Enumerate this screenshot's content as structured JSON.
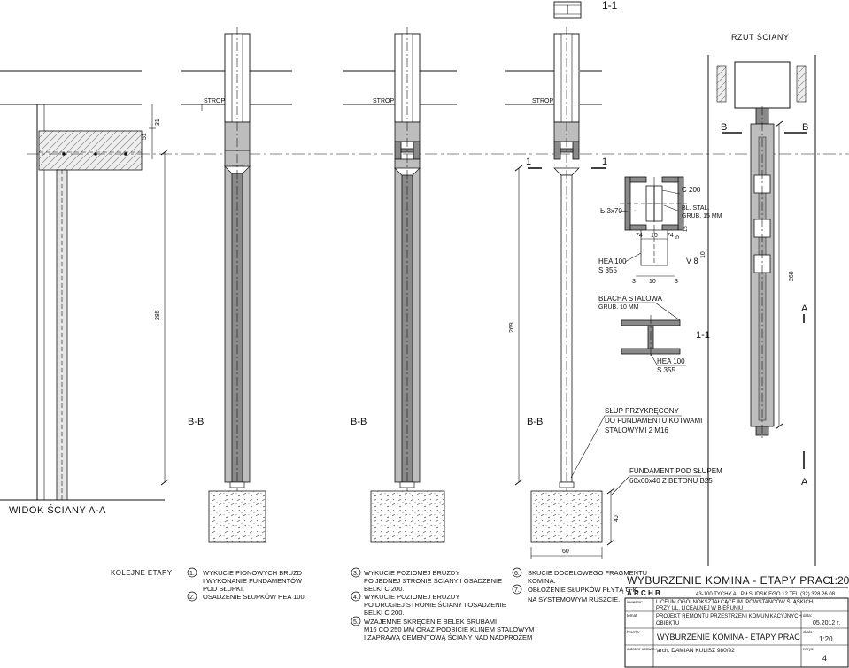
{
  "section_mark": "1-1",
  "rzut_title": "RZUT ŚCIANY",
  "widok_title": "WIDOK ŚCIANY A-A",
  "labels": {
    "strop": "STROP",
    "bb": "B-B",
    "cut_1": "1",
    "b": "B",
    "a": "A",
    "one_one": "1-1"
  },
  "dims": {
    "d51": "51",
    "d31": "31",
    "d285": "285",
    "d269": "269",
    "d60": "60",
    "d40": "40",
    "d268": "268",
    "d74a": "74",
    "d10a": "10",
    "d74b": "74",
    "d5": "5",
    "d15": "15",
    "d10b": "10",
    "d3a": "3",
    "d10c": "10",
    "d3b": "3",
    "d8": "8",
    "plate_size": "Ь 3x70"
  },
  "annotations": {
    "c200": "C 200",
    "bl_stal_1": "BL. STAL.",
    "bl_stal_2": "GRUB. 15 MM",
    "hea_top_1": "HEA 100",
    "hea_top_2": "S 355",
    "blacha_1": "BLACHA STALOWA",
    "blacha_2": "GRUB. 10 MM",
    "hea_bot_1": "HEA 100",
    "hea_bot_2": "S 355",
    "slup_1": "SŁUP PRZYKRĘCONY",
    "slup_2": "DO FUNDAMENTU KOTWAMI",
    "slup_3": "STALOWYMI 2 M16",
    "fund_1": "FUNDAMENT POD SŁUPEM",
    "fund_2": "60x60x40 Z BETONU B25"
  },
  "stages": {
    "title": "KOLEJNE ETAPY",
    "items": [
      {
        "num": "1.",
        "lines": [
          "WYKUCIE PIONOWYCH BRUZD",
          "I WYKONANIE FUNDAMENTÓW",
          "POD SŁUPKI."
        ]
      },
      {
        "num": "2.",
        "lines": [
          "OSADZENIE SŁUPKÓW HEA 100."
        ]
      },
      {
        "num": "3.",
        "lines": [
          "WYKUCIE POZIOMEJ BRUZDY",
          "PO JEDNEJ STRONIE ŚCIANY I OSADZENIE",
          "BELKI C 200."
        ]
      },
      {
        "num": "4.",
        "lines": [
          "WYKUCIE POZIOMEJ BRUZDY",
          "PO DRUGIEJ STRONIE ŚCIANY I OSADZENIE",
          "BELKI C 200."
        ]
      },
      {
        "num": "5.",
        "lines": [
          "WZAJEMNE SKRĘCENIE BELEK ŚRUBAMI",
          "M16 CO 250 MM ORAZ PODBICIE KLINEM STALOWYM",
          "I ZAPRAWĄ CEMENTOWĄ ŚCIANY NAD NADPROŻEM"
        ]
      },
      {
        "num": "6.",
        "lines": [
          "SKUCIE DOCELOWEGO FRAGMENTU",
          "KOMINA."
        ]
      },
      {
        "num": "7.",
        "lines": [
          "OBŁOŻENIE SŁUPKÓW PŁYTĄ G-K",
          "NA SYSTEMOWYM RUSZCIE."
        ]
      }
    ]
  },
  "titleblock": {
    "title": "WYBURZENIE KOMINA - ETAPY PRAC",
    "scale": "1:20",
    "firm": "Ā R C H B",
    "firm_addr": "43-100 TYCHY AL.PIŁSUDSKIEGO 12 TEL.(32) 328 26 08",
    "inwestor_label": "inwestor:",
    "inwestor_1": "LICEUM OGÓLNOKSZTAŁCĄCE IM. POWSTAŃCÓW ŚLĄSKICH",
    "inwestor_2": "PRZY UL. LICEALNEJ W BIERUNIU",
    "temat_label": "temat:",
    "temat_1": "PROJEKT REMONTU PRZESTRZENI KOMUNIKACYJNYCH",
    "temat_2": "OBIEKTU",
    "data_label": "data:",
    "data_value": "05.2012 r.",
    "branza_label": "branża:",
    "drawing_title": "WYBURZENIE KOMINA - ETAPY PRAC",
    "skala_label": "skala:",
    "skala_value": "1:20",
    "autor_label": "autor/nr uprawn.:",
    "autor_value": "arch. DAMIAN KULISZ  980/92",
    "nr_label": "nr rys:",
    "nr_value": "4"
  }
}
